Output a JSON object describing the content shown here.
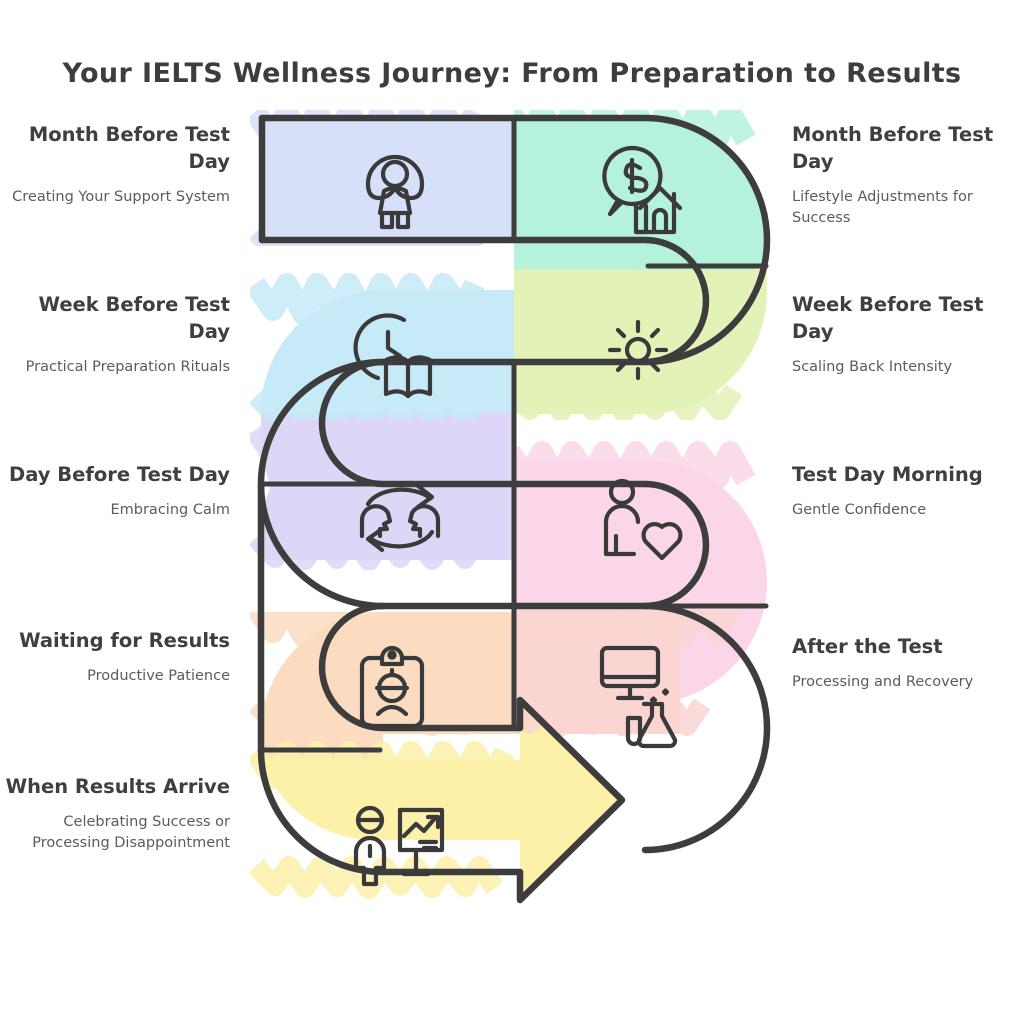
{
  "title": "Your IELTS Wellness Journey: From Preparation to Results",
  "colors": {
    "stroke": "#3d3d3d",
    "title_text": "#3d3d3d",
    "heading_text": "#3f3f3f",
    "subtitle_text": "#5b5b5b",
    "background": "#ffffff",
    "segments": [
      "#d6e0f8",
      "#b5f2dc",
      "#c7eaf8",
      "#e3f3b8",
      "#ded6f7",
      "#fbd6e8",
      "#fbdcc0",
      "#fad5d2",
      "#fdf0a8"
    ]
  },
  "stages": [
    {
      "id": "month-before-support",
      "side": "left",
      "heading": "Month Before Test Day",
      "subtitle": "Creating Your Support System",
      "icon": "person-arms-open-icon",
      "color": "#d6e0f8"
    },
    {
      "id": "month-before-lifestyle",
      "side": "right",
      "heading": "Month Before Test Day",
      "subtitle": "Lifestyle Adjustments for Success",
      "icon": "dollar-speech-bubble-house-icon",
      "color": "#b5f2dc"
    },
    {
      "id": "week-before-rituals",
      "side": "left",
      "heading": "Week Before Test Day",
      "subtitle": "Practical Preparation Rituals",
      "icon": "clock-book-icon",
      "color": "#c7eaf8"
    },
    {
      "id": "week-before-scaling",
      "side": "right",
      "heading": "Week Before Test Day",
      "subtitle": "Scaling Back Intensity",
      "icon": "sun-icon",
      "color": "#e3f3b8"
    },
    {
      "id": "day-before-calm",
      "side": "left",
      "heading": "Day Before Test Day",
      "subtitle": "Embracing Calm",
      "icon": "two-heads-cycle-icon",
      "color": "#ded6f7"
    },
    {
      "id": "test-day-morning",
      "side": "right",
      "heading": "Test Day Morning",
      "subtitle": "Gentle Confidence",
      "icon": "person-heart-icon",
      "color": "#fbd6e8"
    },
    {
      "id": "waiting-for-results",
      "side": "left",
      "heading": "Waiting for Results",
      "subtitle": "Productive Patience",
      "icon": "clipboard-face-icon",
      "color": "#fbdcc0"
    },
    {
      "id": "after-the-test",
      "side": "right",
      "heading": "After the Test",
      "subtitle": "Processing and Recovery",
      "icon": "monitor-flask-icon",
      "color": "#fad5d2"
    },
    {
      "id": "when-results-arrive",
      "side": "left",
      "heading": "When Results Arrive",
      "subtitle": "Celebrating Success or Processing Disappointment",
      "icon": "person-presenting-chart-icon",
      "color": "#fdf0a8"
    }
  ]
}
